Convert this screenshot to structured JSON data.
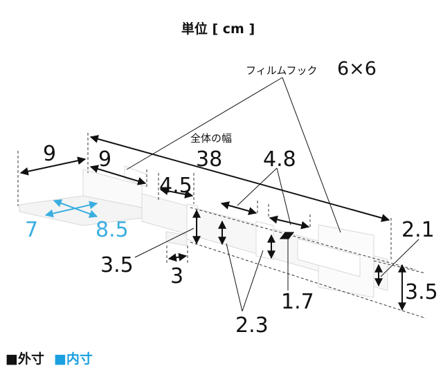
{
  "unit_label": "単位 [ cm ]",
  "callouts": {
    "film_hook_label": "フィルムフック",
    "film_hook_size": "6×6",
    "total_width_label": "全体の幅",
    "total_width": "38"
  },
  "dimensions": {
    "tray_outer_depth": "9",
    "tray_outer_width": "9",
    "tray_inner_depth": "7",
    "tray_inner_width": "8.5",
    "gap_width": "4.5",
    "hook_height": "3.5",
    "hook_width": "3",
    "slot_width": "4.8",
    "slot_height": "2.3",
    "slot_gap": "1.7",
    "end_inner_height": "2.1",
    "end_outer_height": "3.5"
  },
  "legend": {
    "outer": "■外寸",
    "inner": "■内寸"
  },
  "colors": {
    "outer": "#111111",
    "inner": "#1a9fe0"
  }
}
